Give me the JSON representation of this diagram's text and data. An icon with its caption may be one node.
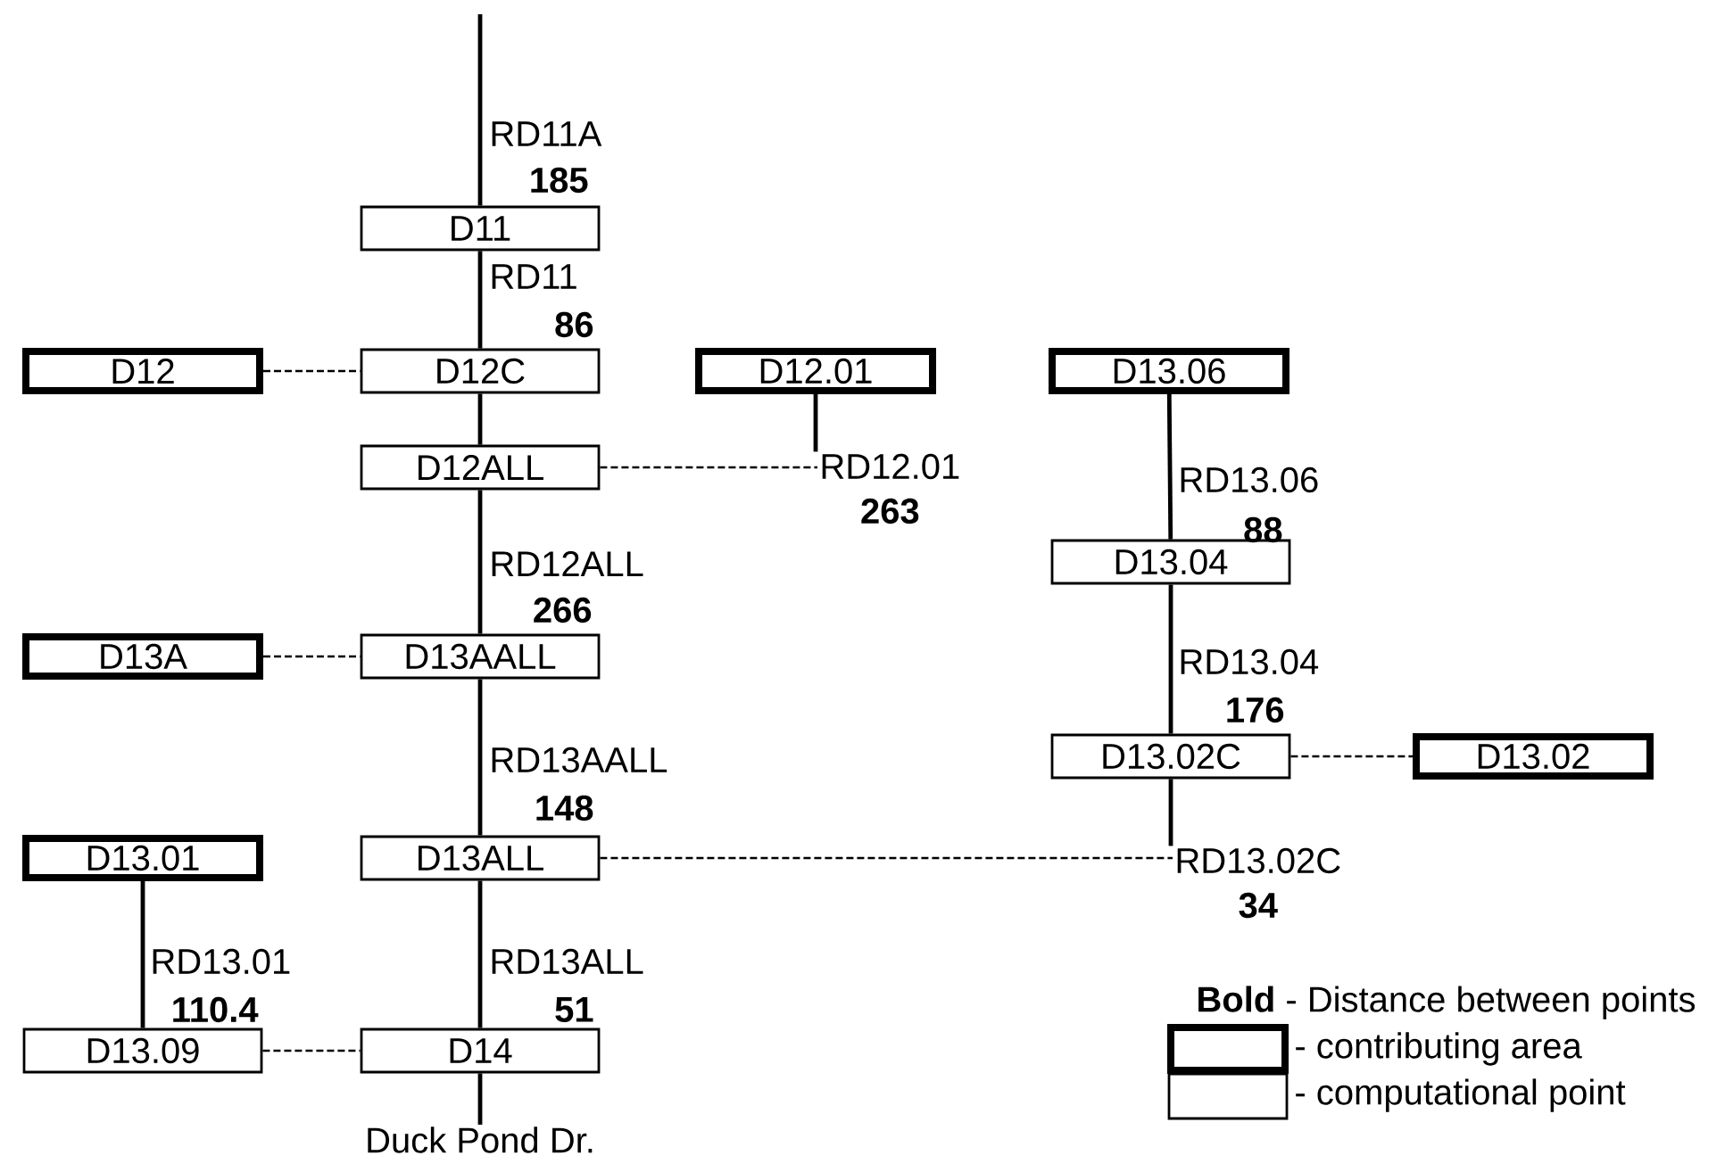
{
  "diagram": {
    "nodes": [
      {
        "text": [
          "D11"
        ]
      },
      {
        "text": [
          "D12"
        ]
      },
      {
        "text": [
          "D12C"
        ]
      },
      {
        "text": [
          "D12.01"
        ]
      },
      {
        "text": [
          "D13.06"
        ]
      },
      {
        "text": [
          "D12ALL"
        ]
      },
      {
        "text": [
          "RD12.01",
          "263"
        ]
      },
      {
        "text": [
          "D13.04"
        ]
      },
      {
        "text": [
          "D13A"
        ]
      },
      {
        "text": [
          "D13AALL"
        ]
      },
      {
        "text": [
          "D13.02C"
        ]
      },
      {
        "text": [
          "D13.02"
        ]
      },
      {
        "text": [
          "D13.01"
        ]
      },
      {
        "text": [
          "D13ALL"
        ]
      },
      {
        "text": [
          "RD13.02C",
          "34"
        ]
      },
      {
        "text": [
          "D13.09"
        ]
      },
      {
        "text": [
          "D14"
        ]
      },
      {
        "text": [
          "Duck Pond Dr."
        ]
      }
    ],
    "edges": [
      {
        "from": null,
        "to": 0,
        "arrow": "none",
        "label": "RD11A"
      },
      {
        "from": 0,
        "to": 2,
        "arrow": "none",
        "label": "RD11"
      },
      {
        "from": 1,
        "to": 2,
        "arrow": "none",
        "style": "dashed"
      },
      {
        "from": 2,
        "to": 5,
        "arrow": "none"
      },
      {
        "from": 3,
        "to": 6,
        "arrow": "none"
      },
      {
        "from": 5,
        "to": 6,
        "arrow": "none",
        "style": "dashed"
      },
      {
        "from": 4,
        "to": 7,
        "arrow": "none",
        "label": "RD13.06"
      },
      {
        "from": 5,
        "to": 9,
        "arrow": "none",
        "label": "RD12ALL"
      },
      {
        "from": 7,
        "to": 10,
        "arrow": "none",
        "label": "RD13.04"
      },
      {
        "from": 8,
        "to": 9,
        "arrow": "none",
        "style": "dashed"
      },
      {
        "from": 9,
        "to": 13,
        "arrow": "none",
        "label": "RD13AALL"
      },
      {
        "from": 10,
        "to": 11,
        "arrow": "none",
        "style": "dashed"
      },
      {
        "from": 10,
        "to": 14,
        "arrow": "none"
      },
      {
        "from": 13,
        "to": 14,
        "arrow": "none",
        "style": "dashed"
      },
      {
        "from": 12,
        "to": 15,
        "arrow": "none",
        "label": "RD13.01"
      },
      {
        "from": 13,
        "to": 16,
        "arrow": "none",
        "label": "RD13ALL"
      },
      {
        "from": 15,
        "to": 16,
        "arrow": "none",
        "style": "dashed"
      },
      {
        "from": 16,
        "to": 17,
        "arrow": "none"
      }
    ],
    "labels": [
      "185",
      "86",
      "88",
      "266",
      "176",
      "148",
      "110.4",
      "51"
    ],
    "legend": [
      {
        "text": "**Bold** - Distance between points"
      },
      {
        "text": "- contributing area"
      },
      {
        "text": "- computational point"
      }
    ]
  }
}
